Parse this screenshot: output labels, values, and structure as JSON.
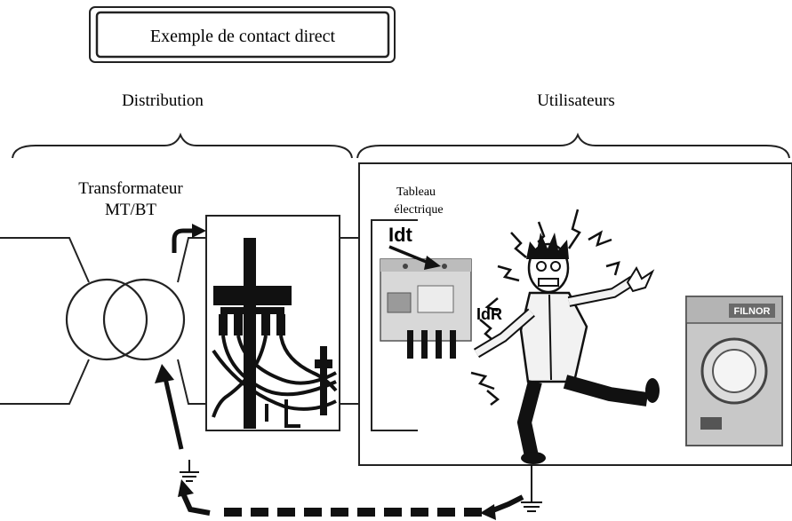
{
  "title": "Exemple de contact direct",
  "sections": {
    "distribution": "Distribution",
    "utilisateurs": "Utilisateurs"
  },
  "transformer": {
    "label_line1": "Transformateur",
    "label_line2": "MT/BT"
  },
  "panel": {
    "label_line1": "Tableau",
    "label_line2": "électrique",
    "idt_label": "Idt",
    "idr_label": "IdR"
  },
  "washer": {
    "brand": "FILNOR"
  },
  "colors": {
    "ink": "#111111",
    "cabinet_gray": "#9a9a9a",
    "breaker_light": "#d8d8d8",
    "washer_body": "#c8c8c8"
  }
}
